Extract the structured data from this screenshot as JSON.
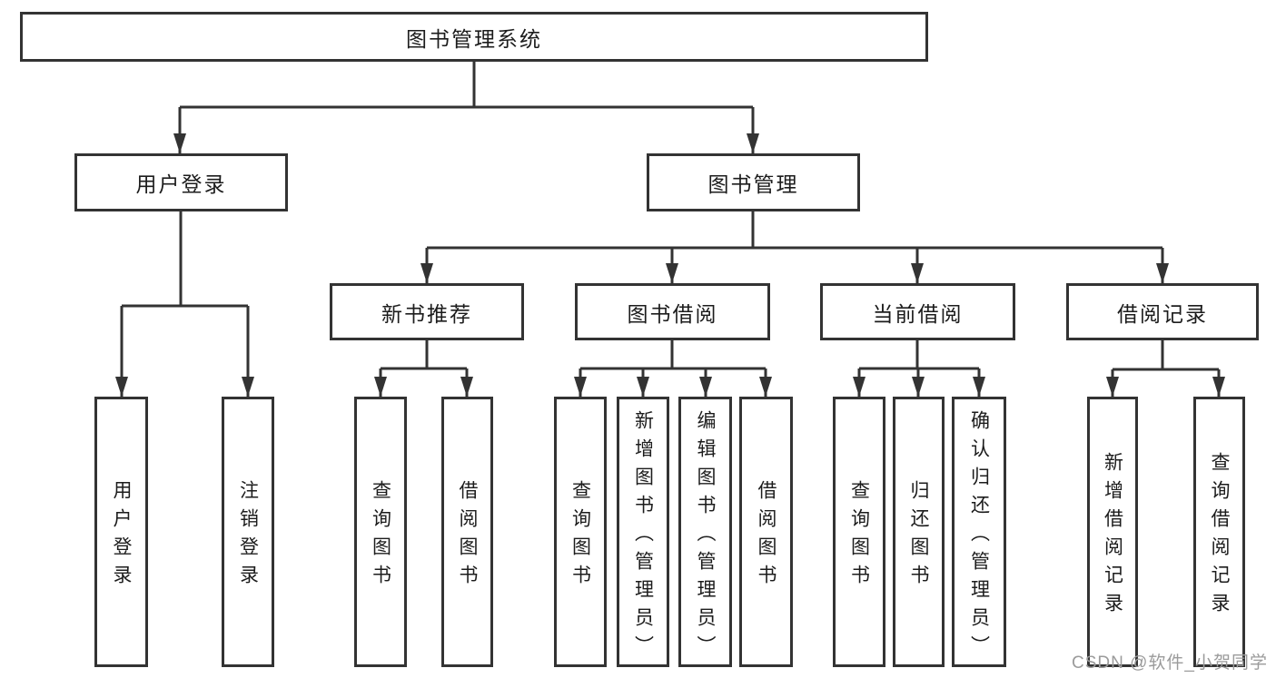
{
  "tree": {
    "root": {
      "label": "图书管理系统",
      "children": [
        {
          "label": "用户登录",
          "children": [
            {
              "label": "用户登录"
            },
            {
              "label": "注销登录"
            }
          ]
        },
        {
          "label": "图书管理",
          "children": [
            {
              "label": "新书推荐",
              "children": [
                {
                  "label": "查询图书"
                },
                {
                  "label": "借阅图书"
                }
              ]
            },
            {
              "label": "图书借阅",
              "children": [
                {
                  "label": "查询图书"
                },
                {
                  "label": "新增图书（管理员）"
                },
                {
                  "label": "编辑图书（管理员）"
                },
                {
                  "label": "借阅图书"
                }
              ]
            },
            {
              "label": "当前借阅",
              "children": [
                {
                  "label": "查询图书"
                },
                {
                  "label": "归还图书"
                },
                {
                  "label": "确认归还（管理员）"
                }
              ]
            },
            {
              "label": "借阅记录",
              "children": [
                {
                  "label": "新增借阅记录"
                },
                {
                  "label": "查询借阅记录"
                }
              ]
            }
          ]
        }
      ]
    }
  },
  "watermark": "CSDN @软件_小贺同学",
  "colors": {
    "line": "#333333",
    "box_border": "#333333",
    "text": "#1c1c1c",
    "watermark": "#9b9b9b",
    "background": "#ffffff"
  }
}
